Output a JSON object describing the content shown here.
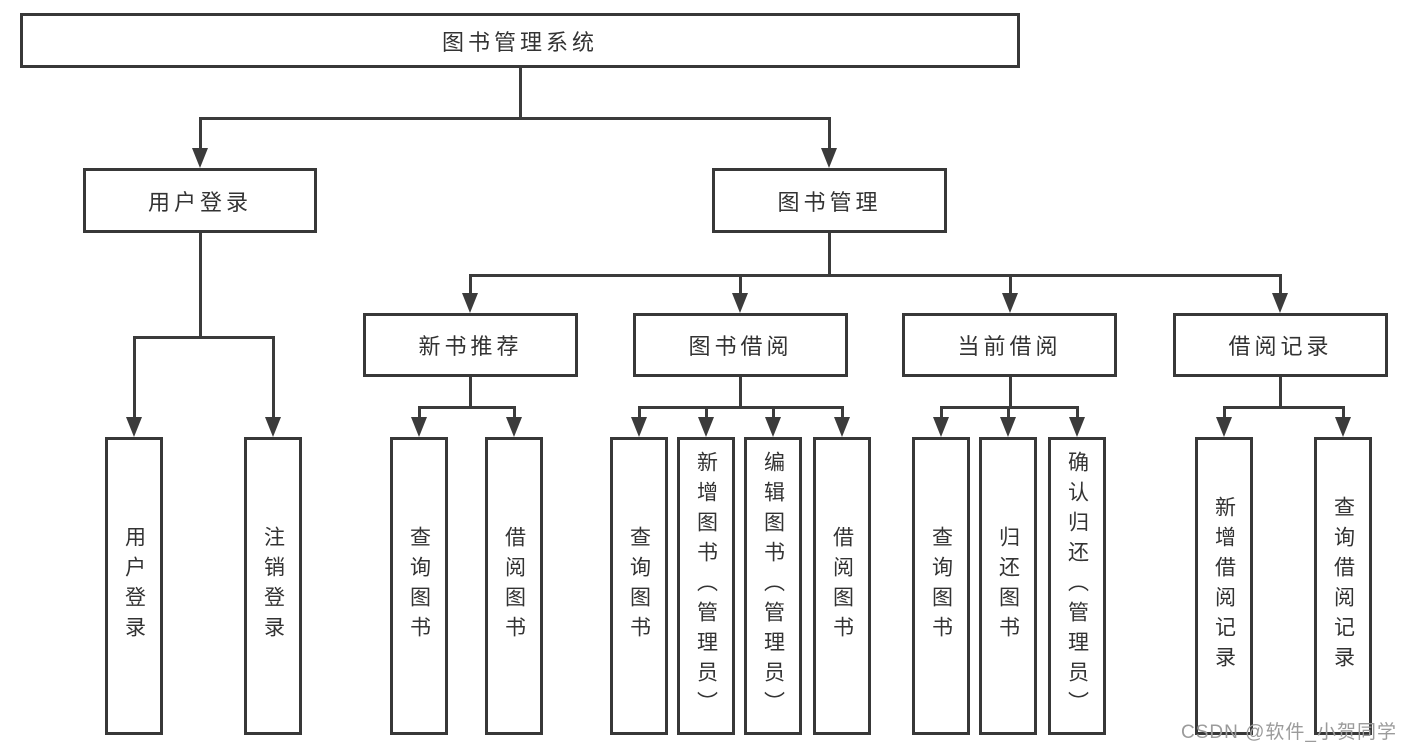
{
  "tree": {
    "root": {
      "label": "图书管理系统"
    },
    "branches": [
      {
        "label": "用户登录",
        "leaves": [
          {
            "label": "用户登录"
          },
          {
            "label": "注销登录"
          }
        ]
      },
      {
        "label": "图书管理",
        "groups": [
          {
            "label": "新书推荐",
            "leaves": [
              {
                "label": "查询图书"
              },
              {
                "label": "借阅图书"
              }
            ]
          },
          {
            "label": "图书借阅",
            "leaves": [
              {
                "label": "查询图书"
              },
              {
                "label": "新增图书（管理员）"
              },
              {
                "label": "编辑图书（管理员）"
              },
              {
                "label": "借阅图书"
              }
            ]
          },
          {
            "label": "当前借阅",
            "leaves": [
              {
                "label": "查询图书"
              },
              {
                "label": "归还图书"
              },
              {
                "label": "确认归还（管理员）"
              }
            ]
          },
          {
            "label": "借阅记录",
            "leaves": [
              {
                "label": "新增借阅记录"
              },
              {
                "label": "查询借阅记录"
              }
            ]
          }
        ]
      }
    ]
  },
  "watermark": {
    "text": "CSDN @软件_小贺同学"
  },
  "colors": {
    "line": "#3b3b3b",
    "box_border": "#383838",
    "text": "#333333",
    "watermark": "#9b9b9b",
    "background": "#ffffff"
  }
}
